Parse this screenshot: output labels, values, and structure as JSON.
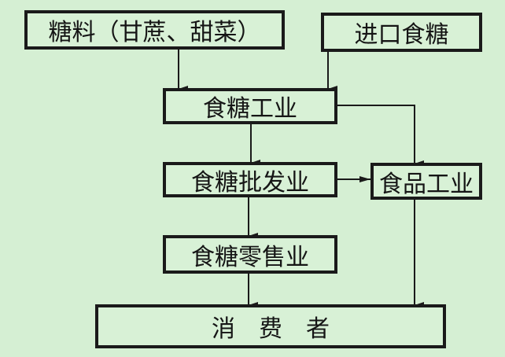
{
  "nodes": {
    "raw_material": "糖料（甘蔗、甜菜）",
    "imported_sugar": "进口食糖",
    "sugar_industry": "食糖工业",
    "sugar_wholesale": "食糖批发业",
    "food_industry": "食品工业",
    "sugar_retail": "食糖零售业",
    "consumer": "消　费　者"
  },
  "colors": {
    "background": "#d5efd3",
    "line": "#1a1a1a"
  }
}
